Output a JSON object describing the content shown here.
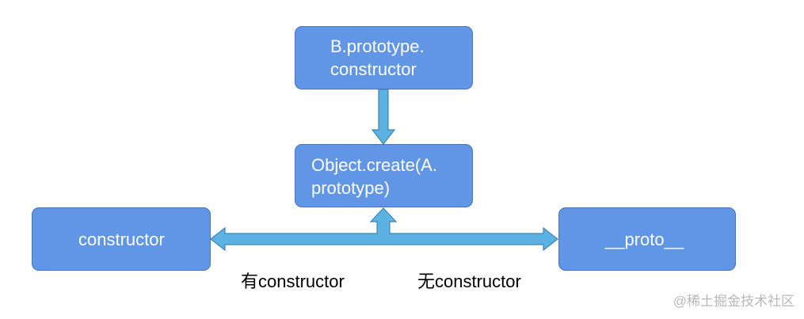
{
  "nodes": {
    "b_prototype": {
      "line1": "B.prototype.",
      "line2": "constructor"
    },
    "object_create": {
      "line1": "Object.create(A.",
      "line2": "prototype)"
    },
    "constructor": {
      "text": "constructor"
    },
    "proto": {
      "text": "__proto__"
    }
  },
  "edge_labels": {
    "has_constructor": "有constructor",
    "no_constructor": "无constructor"
  },
  "watermark": "@稀土掘金技术社区",
  "colors": {
    "node_fill": "#6195e6",
    "node_border": "#4a74b8",
    "arrow_fill": "#5cb3e3",
    "arrow_border": "#3f85b4"
  }
}
